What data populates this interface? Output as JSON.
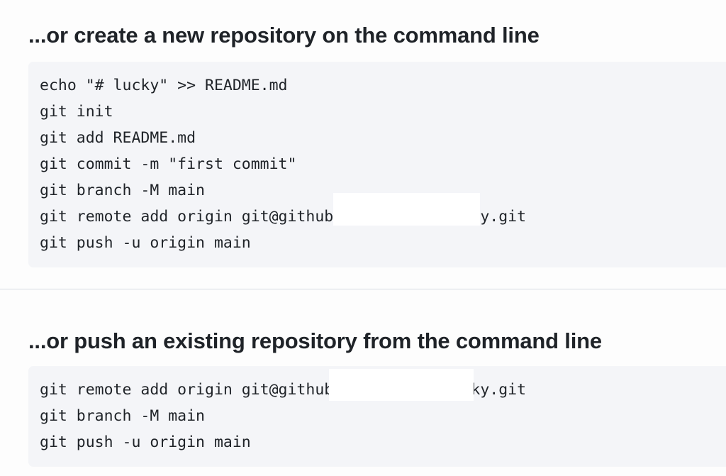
{
  "page": {
    "background_color": "#fdfdfd",
    "text_color": "#1f2328",
    "code_background_color": "#f4f5f8",
    "divider_color": "#d5dbe2",
    "redaction_color": "#ffffff"
  },
  "sections": {
    "create": {
      "heading": "...or create a new repository on the command line",
      "code_lines": [
        "echo \"# lucky\" >> README.md",
        "git init",
        "git add README.md",
        "git commit -m \"first commit\"",
        "git branch -M main",
        "git remote add origin git@github          o/lucky.git",
        "git push -u origin main"
      ]
    },
    "push": {
      "heading": "...or push an existing repository from the command line",
      "code_lines": [
        "git remote add origin git@github          o/lucky.git",
        "git branch -M main",
        "git push -u origin main"
      ]
    }
  },
  "redactions": {
    "create_label": "redacted-remote-host",
    "push_label": "redacted-remote-host"
  }
}
